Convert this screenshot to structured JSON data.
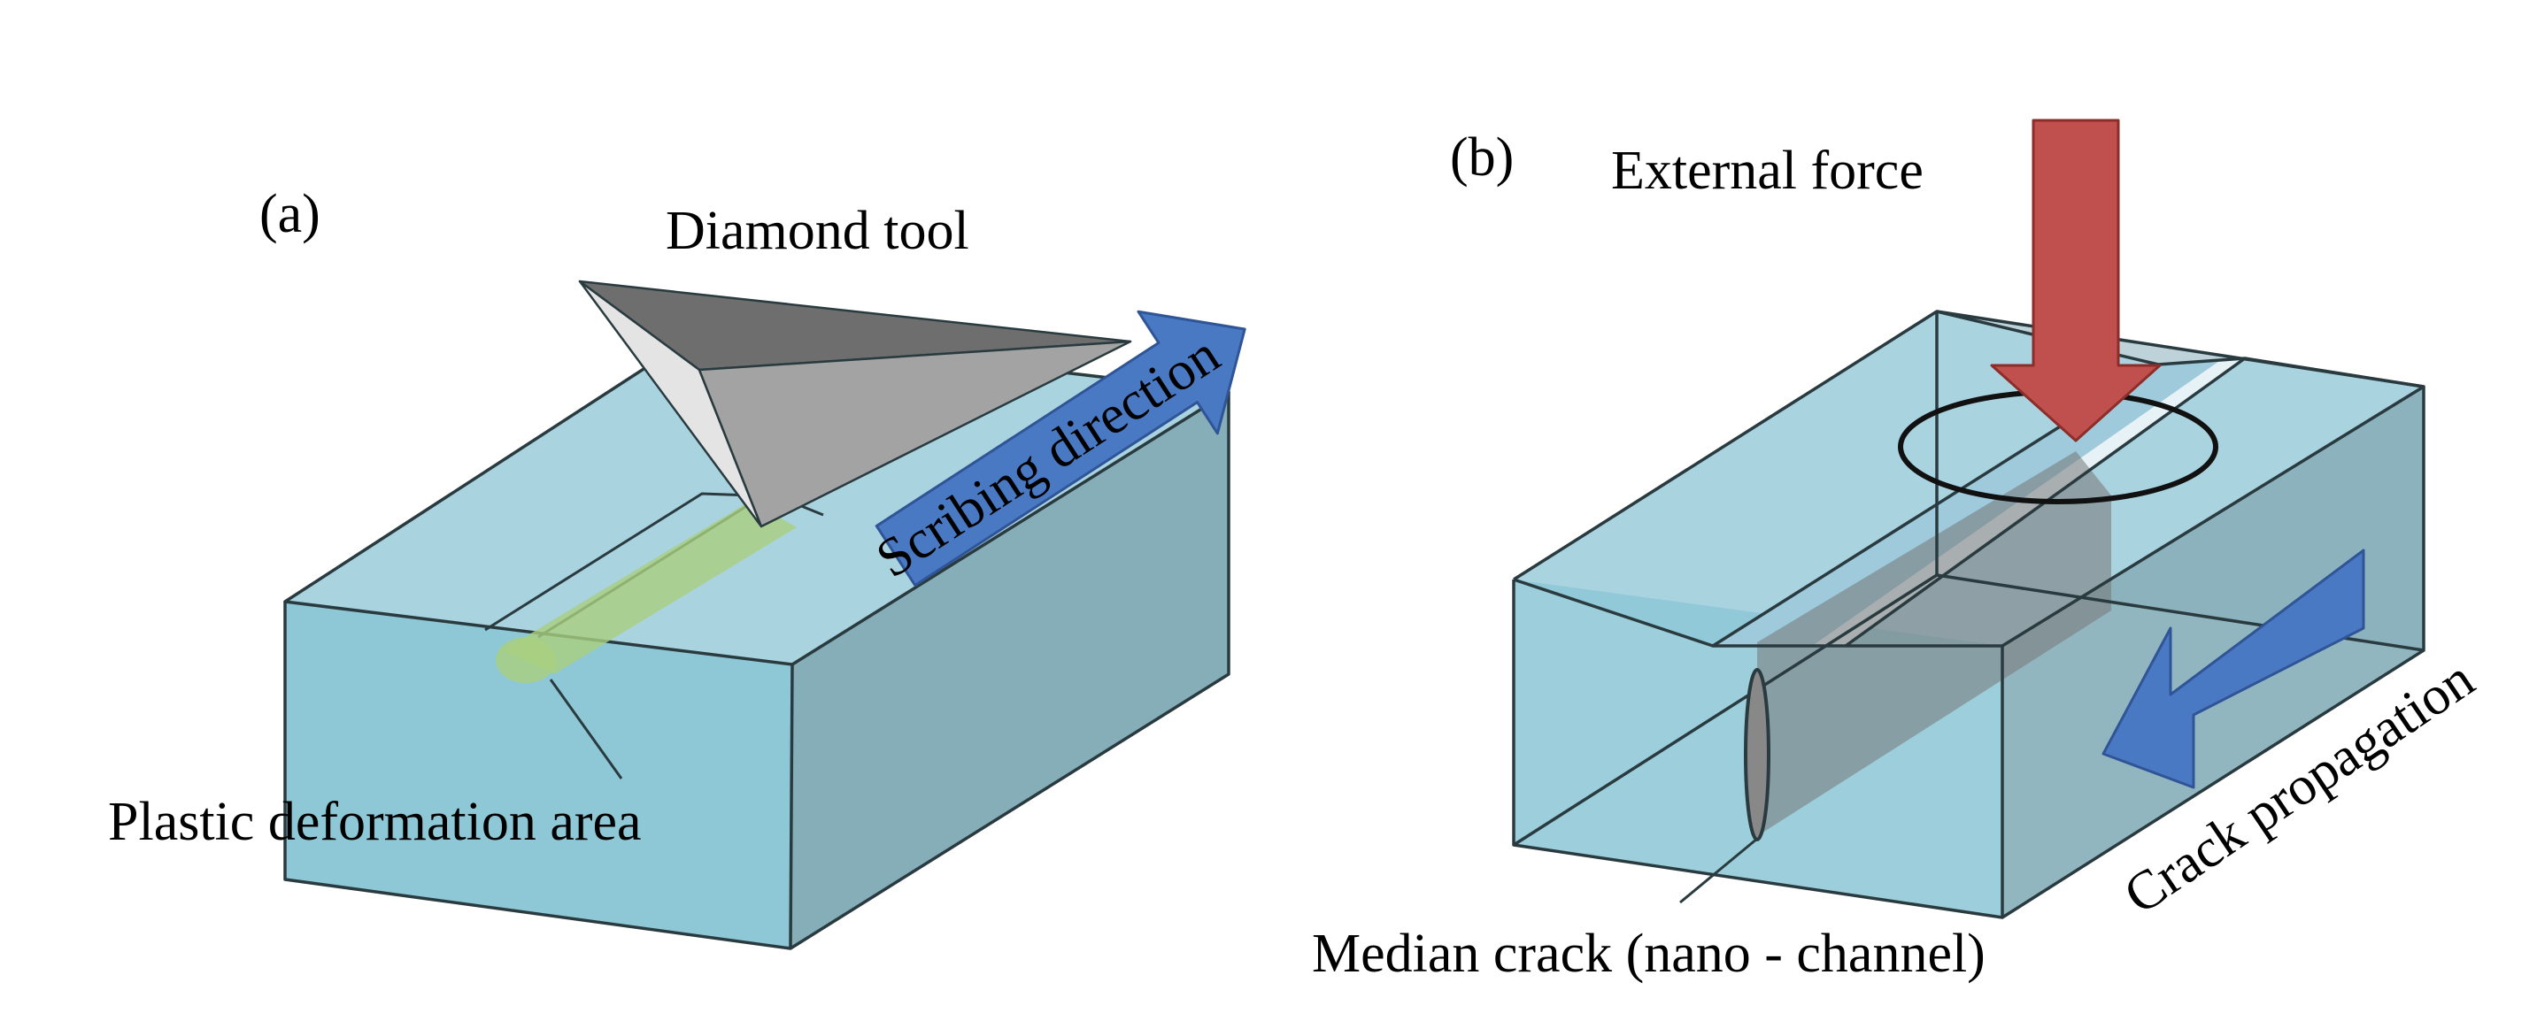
{
  "panel_a": {
    "label": "(a)",
    "tool_label": "Diamond tool",
    "direction_label": "Scribing direction",
    "deformation_label": "Plastic deformation area"
  },
  "panel_b": {
    "label": "(b)",
    "force_label": "External force",
    "propagation_label": "Crack propagation",
    "crack_label": "Median crack (nano - channel)"
  },
  "colors": {
    "block_top": "#aad3e0",
    "block_front": "#8ec7d6",
    "block_side": "#86aeb9",
    "edge": "#2a3b40",
    "tool_dark": "#6e6e6e",
    "tool_mid": "#a3a3a3",
    "tool_light": "#e4e4e4",
    "deformation": "#a9cf7e",
    "scribing_arrow": "#4a79c4",
    "force_arrow": "#c0504d",
    "crack_shade": "#777777"
  }
}
